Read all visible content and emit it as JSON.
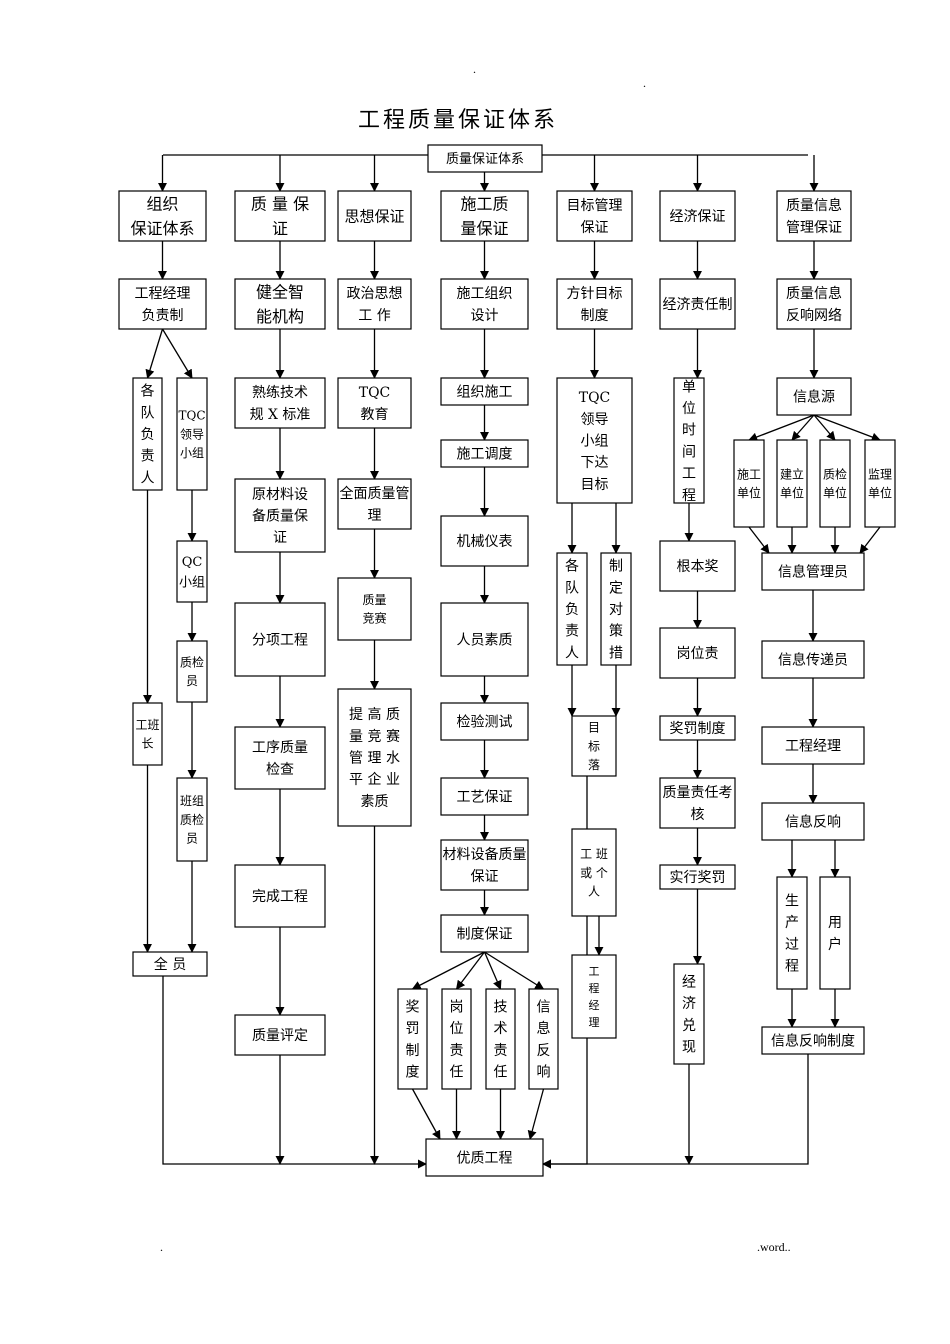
{
  "title": "工程质量保证体系",
  "header_marks": [
    ".",
    "."
  ],
  "footer": {
    "left": ".",
    "right": ".word.."
  },
  "nodes": {
    "root": "质量保证体系",
    "c1": "组织\n保证体系",
    "c2": "质 量 保\n证",
    "c3": "思想保证",
    "c4": "施工质\n量保证",
    "c5": "目标管理\n保证",
    "c6": "经济保证",
    "c7": "质量信息\n管理保证",
    "c1a": "工程经理\n负责制",
    "c1b1": "各\n队\n负\n责\n人",
    "c1b2": "TQC\n领导\n小组",
    "c1c": "QC\n小组",
    "c1d": "质检\n员",
    "c1e": "工班\n长",
    "c1f": "班组\n质检\n员",
    "c1g": "全 员",
    "c2a": "健全智\n能机构",
    "c2b": "熟练技术\n规 X 标准",
    "c2c": "原材料设\n备质量保\n证",
    "c2d": "分项工程",
    "c2e": "工序质量\n检查",
    "c2f": "完成工程",
    "c2g": "质量评定",
    "c3a": "政治思想\n工  作",
    "c3b": "TQC\n教育",
    "c3c": "全面质量管\n理",
    "c3d": "质量\n竞赛",
    "c3e": "提 高 质\n量 竞 赛\n管 理 水\n平 企 业\n素质",
    "c4a": "施工组织\n设计",
    "c4b": "组织施工",
    "c4c": "施工调度",
    "c4d": "机械仪表",
    "c4e": "人员素质",
    "c4f": "检验测试",
    "c4g": "工艺保证",
    "c4h": "材料设备质量\n保证",
    "c4i": "制度保证",
    "c4j1": "奖\n罚\n制\n度",
    "c4j2": "岗\n位\n责\n任",
    "c4j3": "技\n术\n责\n任",
    "c4j4": "信\n息\n反\n响",
    "c5a": "方针目标\n制度",
    "c5b": "TQC\n领导\n小组\n下达\n目标",
    "c5c1": "各\n队\n负\n责\n人",
    "c5c2": "制\n定\n对\n策\n措",
    "c5d": "目\n标\n落",
    "c5e": "工  班\n或  个\n人",
    "c5f": "工\n程\n经\n理",
    "c6a": "经济责任制",
    "c6b": "单\n位\n时\n间\n工\n程",
    "c6c": "根本奖",
    "c6d": "岗位责",
    "c6e": "奖罚制度",
    "c6f": "质量责任考\n核",
    "c6g": "实行奖罚",
    "c6h": "经\n济\n兑\n现",
    "c7a": "质量信息\n反响网络",
    "c7b": "信息源",
    "c7c1": "施工\n单位",
    "c7c2": "建立\n单位",
    "c7c3": "质检\n单位",
    "c7c4": "监理\n单位",
    "c7d": "信息管理员",
    "c7e": "信息传递员",
    "c7f": "工程经理",
    "c7g": "信息反响",
    "c7h1": "生\n产\n过\n程",
    "c7h2": "用\n户",
    "c7i": "信息反响制度",
    "goal": "优质工程"
  }
}
